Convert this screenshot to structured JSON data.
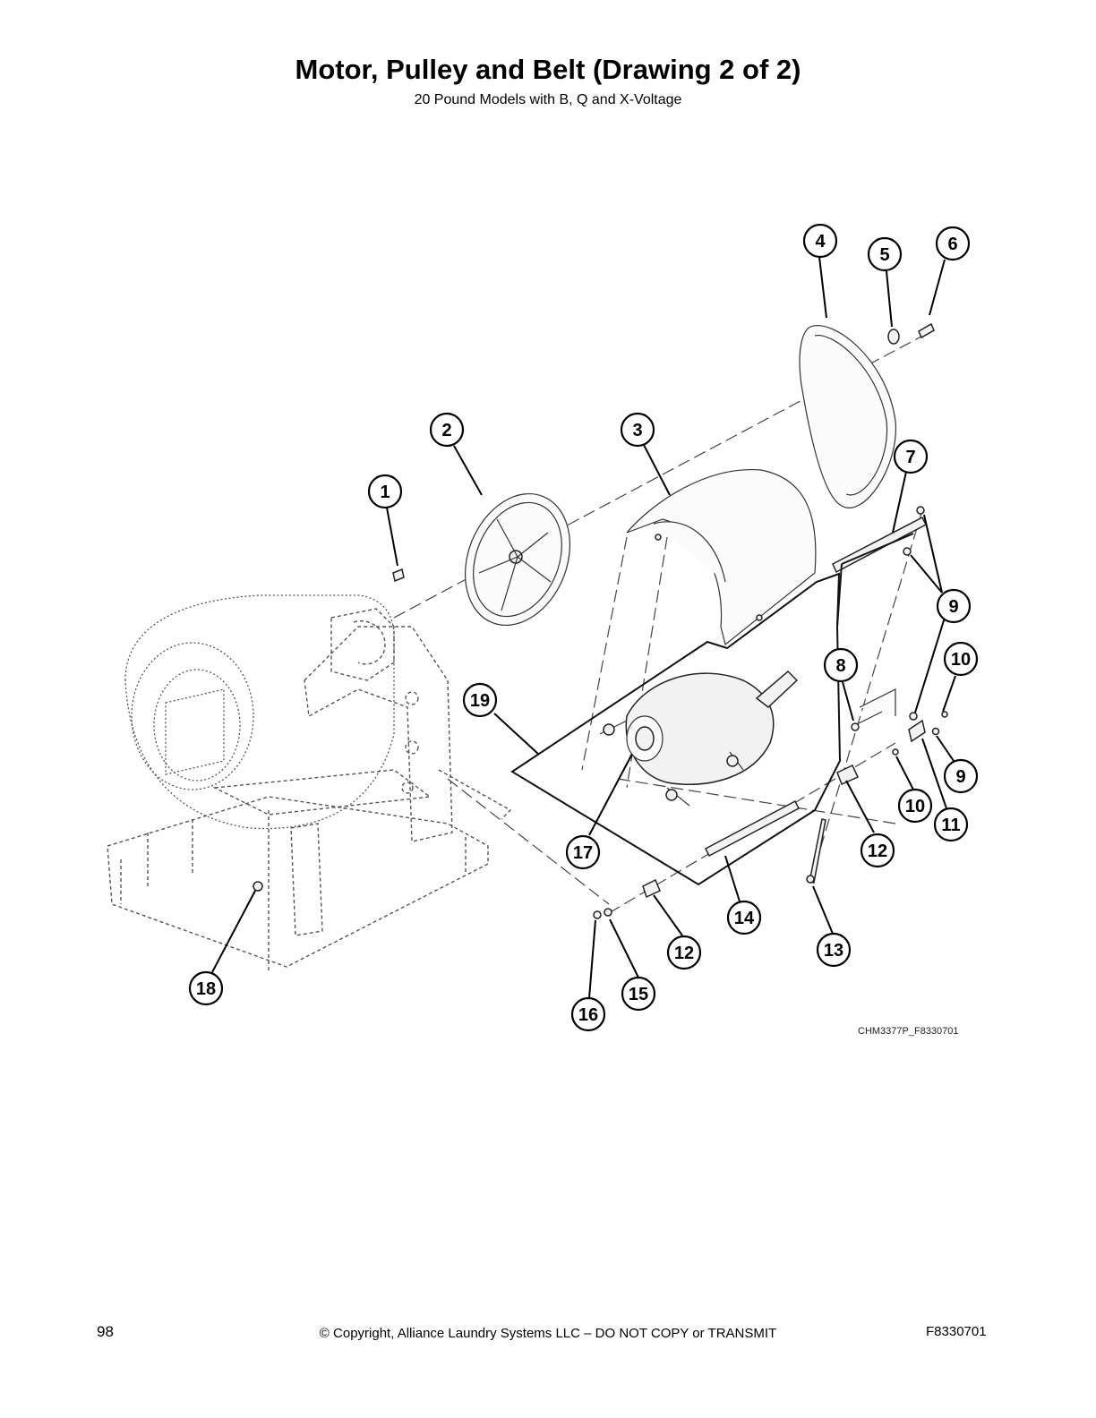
{
  "header": {
    "title": "Motor, Pulley and Belt (Drawing 2 of 2)",
    "subtitle": "20 Pound Models with B, Q and X-Voltage"
  },
  "figure": {
    "code": "CHM3377P_F8330701",
    "callouts": [
      "1",
      "2",
      "3",
      "4",
      "5",
      "6",
      "7",
      "8",
      "9",
      "9",
      "10",
      "10",
      "11",
      "12",
      "12",
      "13",
      "14",
      "15",
      "16",
      "17",
      "18",
      "19"
    ]
  },
  "footer": {
    "page_number": "98",
    "copyright": "© Copyright, Alliance Laundry Systems LLC – DO NOT COPY or TRANSMIT",
    "document_id": "F8330701"
  }
}
